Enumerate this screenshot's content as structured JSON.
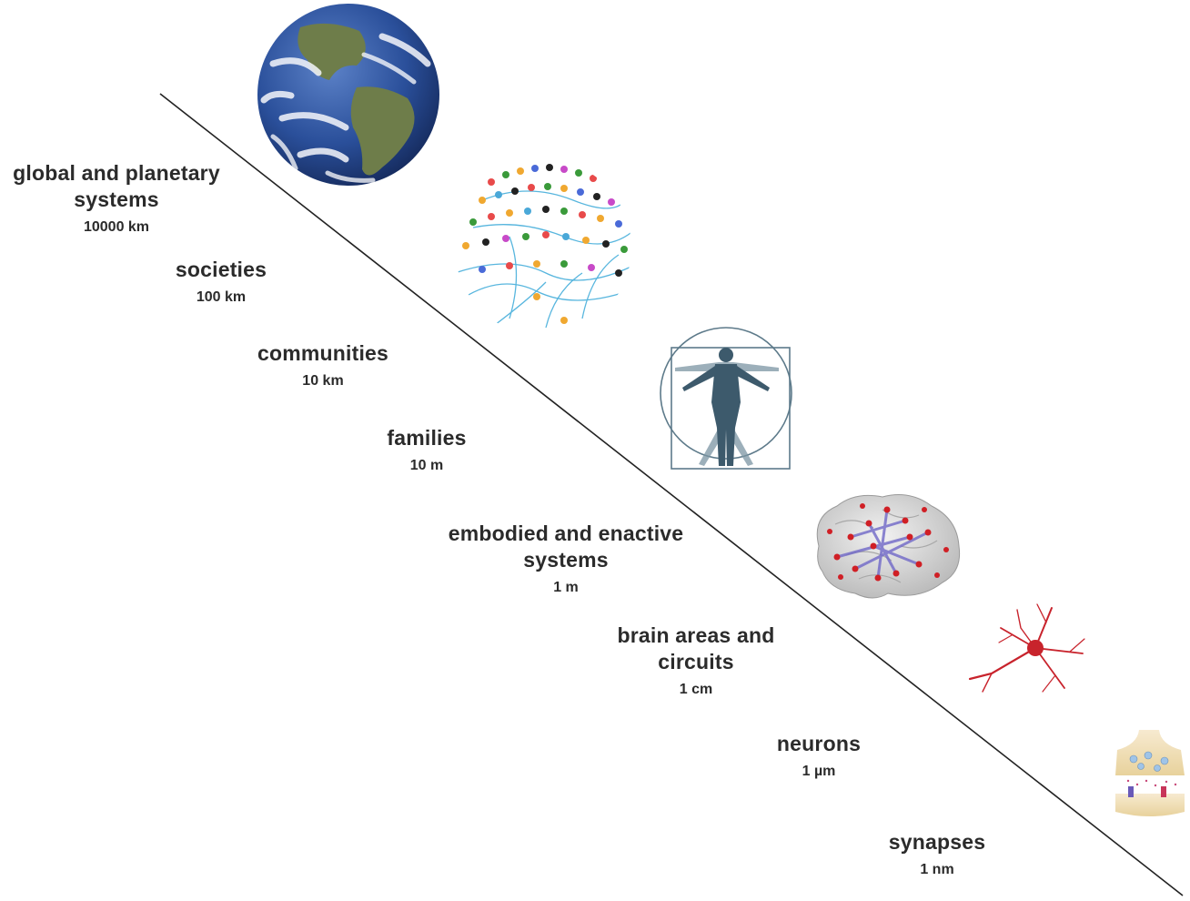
{
  "levels": [
    {
      "name_lines": [
        "global and planetary",
        "systems"
      ],
      "scale": "10000 km",
      "icon": "earth-globe-icon"
    },
    {
      "name_lines": [
        "societies"
      ],
      "scale": "100 km",
      "icon": "social-network-crowd-icon"
    },
    {
      "name_lines": [
        "communities"
      ],
      "scale": "10 km",
      "icon": ""
    },
    {
      "name_lines": [
        "families"
      ],
      "scale": "10 m",
      "icon": "vitruvian-human-figure-icon"
    },
    {
      "name_lines": [
        "embodied and enactive",
        "systems"
      ],
      "scale": "1 m",
      "icon": "brain-network-icon"
    },
    {
      "name_lines": [
        "brain areas and",
        "circuits"
      ],
      "scale": "1 cm",
      "icon": "neuron-icon"
    },
    {
      "name_lines": [
        "neurons"
      ],
      "scale": "1 µm",
      "icon": "synapse-icon"
    },
    {
      "name_lines": [
        "synapses"
      ],
      "scale": "1 nm",
      "icon": ""
    }
  ],
  "colors": {
    "text": "#2b2b2b",
    "diagonal_line": "#222222",
    "ocean": "#2a4f9a",
    "land": "#6e7d4a",
    "human_figure": "#3d5a6c",
    "neuron": "#c8232c",
    "brain": "#c9c9c9",
    "brain_nodes": "#d01f25",
    "brain_edges": "#7068c8",
    "synapse": "#f2dfb0"
  }
}
